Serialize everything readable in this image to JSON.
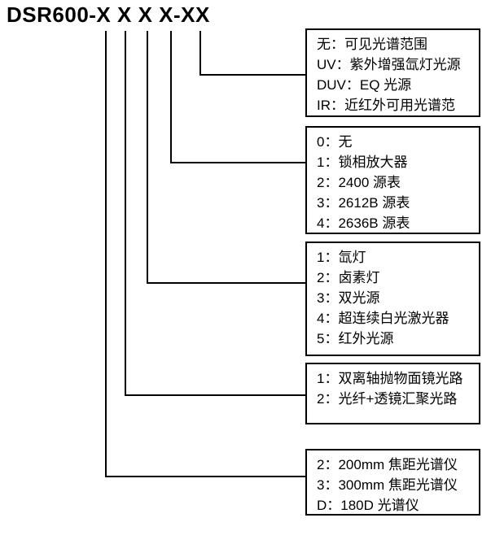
{
  "title": "DSR600-X X X X-XX",
  "colors": {
    "background": "#ffffff",
    "text": "#000000",
    "line": "#000000",
    "box_border": "#000000"
  },
  "boxes": [
    {
      "id": "spectral-range",
      "items": [
        "无：可见光谱范围",
        "UV：紫外增强氙灯光源",
        "DUV：EQ 光源",
        "IR：近红外可用光谱范"
      ]
    },
    {
      "id": "accessory",
      "items": [
        "0：无",
        "1：锁相放大器",
        "2：2400 源表",
        "3：2612B 源表",
        "4：2636B 源表"
      ]
    },
    {
      "id": "light-source",
      "items": [
        "1：氙灯",
        "2：卤素灯",
        "3：双光源",
        "4：超连续白光激光器",
        "5：红外光源"
      ]
    },
    {
      "id": "optical-path",
      "items": [
        "1：双离轴抛物面镜光路",
        "2：光纤+透镜汇聚光路"
      ]
    },
    {
      "id": "spectrometer",
      "items": [
        "2：200mm 焦距光谱仪",
        "3：300mm 焦距光谱仪",
        "D：180D 光谱仪"
      ]
    }
  ]
}
